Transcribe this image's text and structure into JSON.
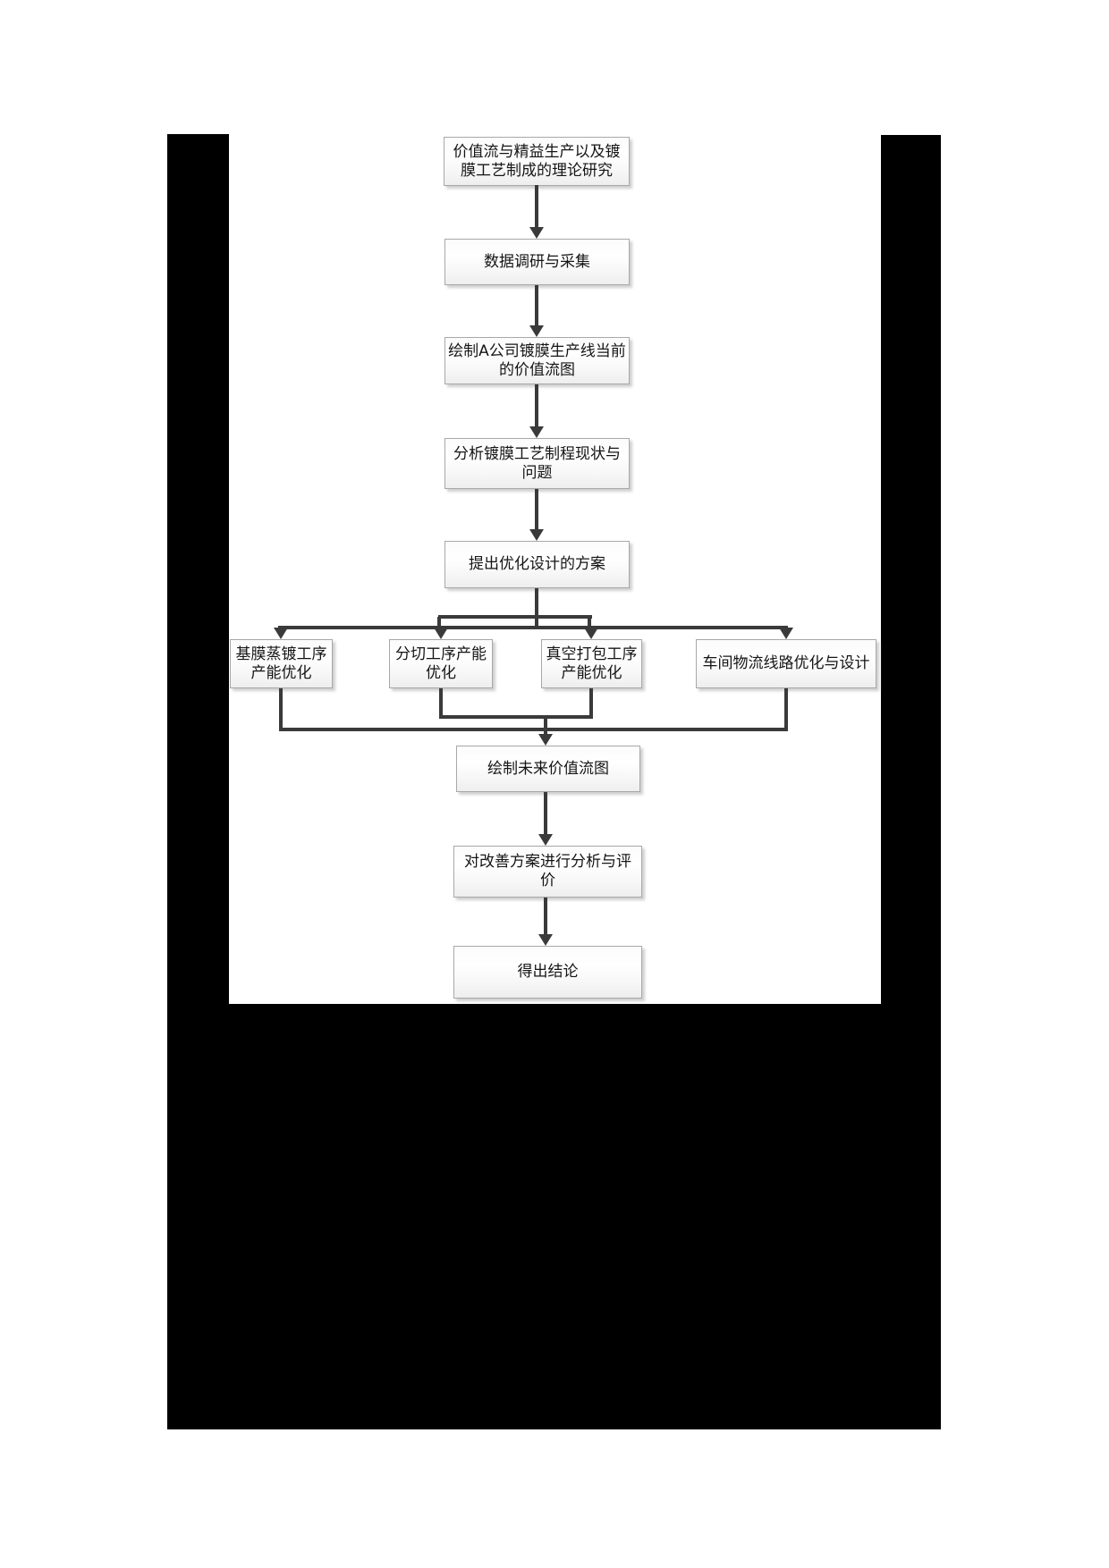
{
  "document": {
    "background_color": "#ffffff",
    "redaction_color": "#000000"
  },
  "diagram": {
    "type": "flowchart",
    "direction": "top-down",
    "line_color": "#3a3a3a",
    "node_border_color": "#a8a8a8",
    "node_fill_color": "#ffffff",
    "node_text_color": "#151515",
    "nodes": [
      {
        "id": "theory-research",
        "label": "价值流与精益生产以及镀膜工艺制成的理论研究",
        "lines": [
          "价值流与精益生产以及镀",
          "膜工艺制成的理论研究"
        ]
      },
      {
        "id": "data-collection",
        "label": "数据调研与采集",
        "lines": [
          "数据调研与采集"
        ]
      },
      {
        "id": "current-vsm",
        "label": "绘制A公司镀膜生产线当前的价值流图",
        "lines": [
          "绘制A公司镀膜生产线当前",
          "的价值流图"
        ]
      },
      {
        "id": "process-analysis",
        "label": "分析镀膜工艺制程现状与问题",
        "lines": [
          "分析镀膜工艺制程现状与",
          "问题"
        ]
      },
      {
        "id": "optimization-plan",
        "label": "提出优化设计的方案",
        "lines": [
          "提出优化设计的方案"
        ]
      },
      {
        "id": "base-film-evaporation",
        "label": "基膜蒸镀工序产能优化",
        "lines": [
          "基膜蒸镀工序",
          "产能优化"
        ]
      },
      {
        "id": "slitting-capacity",
        "label": "分切工序产能优化",
        "lines": [
          "分切工序产能",
          "优化"
        ]
      },
      {
        "id": "vacuum-packing",
        "label": "真空打包工序产能优化",
        "lines": [
          "真空打包工序",
          "产能优化"
        ]
      },
      {
        "id": "workshop-logistics",
        "label": "车间物流线路优化与设计",
        "lines": [
          "车间物流线路优化与设计"
        ]
      },
      {
        "id": "future-vsm",
        "label": "绘制未来价值流图",
        "lines": [
          "绘制未来价值流图"
        ]
      },
      {
        "id": "improvement-evaluation",
        "label": "对改善方案进行分析与评价",
        "lines": [
          "对改善方案进行分析与评",
          "价"
        ]
      },
      {
        "id": "conclusion",
        "label": "得出结论",
        "lines": [
          "得出结论"
        ]
      }
    ],
    "edges": [
      {
        "from": "theory-research",
        "to": "data-collection"
      },
      {
        "from": "data-collection",
        "to": "current-vsm"
      },
      {
        "from": "current-vsm",
        "to": "process-analysis"
      },
      {
        "from": "process-analysis",
        "to": "optimization-plan"
      },
      {
        "from": "optimization-plan",
        "to": "base-film-evaporation"
      },
      {
        "from": "optimization-plan",
        "to": "slitting-capacity"
      },
      {
        "from": "optimization-plan",
        "to": "vacuum-packing"
      },
      {
        "from": "optimization-plan",
        "to": "workshop-logistics"
      },
      {
        "from": "base-film-evaporation",
        "to": "future-vsm"
      },
      {
        "from": "slitting-capacity",
        "to": "future-vsm"
      },
      {
        "from": "vacuum-packing",
        "to": "future-vsm"
      },
      {
        "from": "workshop-logistics",
        "to": "future-vsm"
      },
      {
        "from": "future-vsm",
        "to": "improvement-evaluation"
      },
      {
        "from": "improvement-evaluation",
        "to": "conclusion"
      }
    ]
  }
}
